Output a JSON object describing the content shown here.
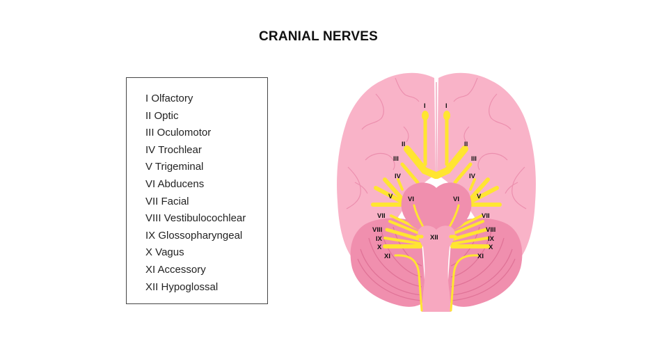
{
  "title": "CRANIAL NERVES",
  "legend": {
    "items": [
      {
        "numeral": "I",
        "name": "Olfactory",
        "label": "I Olfactory"
      },
      {
        "numeral": "II",
        "name": "Optic",
        "label": "II Optic"
      },
      {
        "numeral": "III",
        "name": "Oculomotor",
        "label": "III Oculomotor"
      },
      {
        "numeral": "IV",
        "name": "Trochlear",
        "label": "IV Trochlear"
      },
      {
        "numeral": "V",
        "name": "Trigeminal",
        "label": "V Trigeminal"
      },
      {
        "numeral": "VI",
        "name": "Abducens",
        "label": "VI Abducens"
      },
      {
        "numeral": "VII",
        "name": "Facial",
        "label": "VII Facial"
      },
      {
        "numeral": "VIII",
        "name": "Vestibulocochlear",
        "label": "VIII Vestibulocochlear"
      },
      {
        "numeral": "IX",
        "name": "Glossopharyngeal",
        "label": "IX Glossopharyngeal"
      },
      {
        "numeral": "X",
        "name": "Vagus",
        "label": "X Vagus"
      },
      {
        "numeral": "XI",
        "name": "Accessory",
        "label": "XI Accessory"
      },
      {
        "numeral": "XII",
        "name": "Hypoglossal",
        "label": "XII Hypoglossal"
      }
    ]
  },
  "diagram": {
    "labels": {
      "I": "I",
      "II": "II",
      "III": "III",
      "IV": "IV",
      "V": "V",
      "VI": "VI",
      "VII": "VII",
      "VIII": "VIII",
      "IX": "IX",
      "X": "X",
      "XI": "XI",
      "XII": "XII"
    },
    "colors": {
      "cerebrum": "#f9b3c8",
      "cerebrum_fold": "#ec8fae",
      "cerebellum": "#f08fae",
      "cerebellum_fold": "#e07397",
      "pons": "#f08fae",
      "brainstem": "#f7a8c0",
      "nerve": "#ffe531",
      "label": "#111111"
    }
  }
}
